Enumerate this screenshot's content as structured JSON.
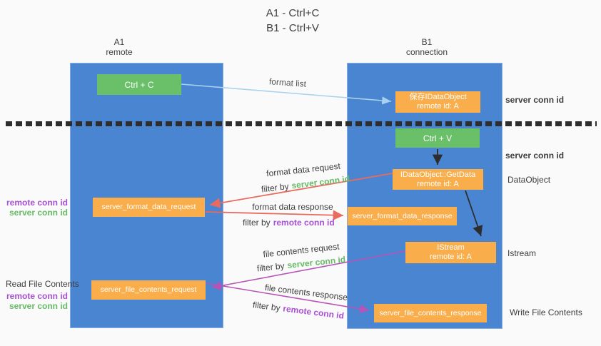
{
  "title": {
    "line1": "A1 - Ctrl+C",
    "line2": "B1 - Ctrl+V"
  },
  "columns": {
    "left": {
      "name": "A1",
      "sub": "remote"
    },
    "right": {
      "name": "B1",
      "sub": "connection"
    }
  },
  "nodes": {
    "ctrl_c": "Ctrl + C",
    "ctrl_v": "Ctrl + V",
    "save_idataobject": {
      "line1": "保存IDataObject",
      "line2": "remote id: A"
    },
    "getdata": {
      "line1": "IDataObject::GetData",
      "line2": "remote id: A"
    },
    "istream": {
      "line1": "IStream",
      "line2": "remote id: A"
    },
    "format_request": "server_format_data_request",
    "format_response": "server_format_data_response",
    "file_request": "server_file_contents_request",
    "file_response": "server_file_contents_response"
  },
  "edge_labels": {
    "format_list": "format list",
    "format_data_request": "format data request",
    "format_data_response": "format data response",
    "file_contents_request": "file contents request",
    "file_contents_response": "file contents response",
    "filter_by": "filter by",
    "server_conn_id": "server conn id",
    "remote_conn_id": "remote conn id"
  },
  "side_labels": {
    "server_conn_id_top": "server conn id",
    "server_conn_id_mid": "server conn id",
    "dataobject": "DataObject",
    "istream": "Istream",
    "write_file_contents": "Write File Contents",
    "read_file_contents": "Read File Contents",
    "left_mid": {
      "remote": "remote conn id",
      "server": "server conn id"
    },
    "left_bottom": {
      "remote": "remote conn id",
      "server": "server conn id"
    }
  },
  "colors": {
    "lifeline_blue": "#4a85d2",
    "action_green": "#6abf69",
    "message_orange": "#f9ae4b",
    "arrow_red": "#e96a5f",
    "arrow_magenta": "#b755b7",
    "arrow_blue": "#a9d2ee",
    "arrow_black": "#2d2d2d",
    "server_conn_green": "#66bb66",
    "remote_conn_purple": "#a850d4",
    "text_dark": "#3d3d3d",
    "background": "#fafafa"
  }
}
